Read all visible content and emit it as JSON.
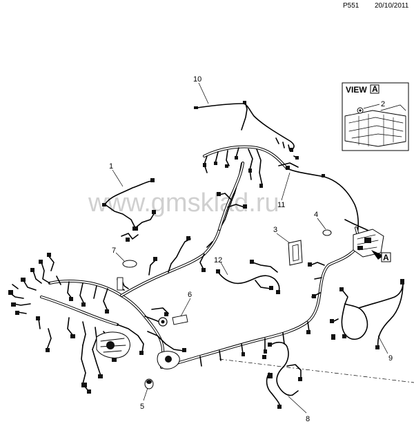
{
  "header": {
    "page_code": "P551",
    "date": "20/10/2011"
  },
  "watermark": "www.gmsklad.ru",
  "view_inset": {
    "title": "VIEW",
    "view_letter": "A",
    "callout": "2"
  },
  "view_arrow_letter": "A",
  "callouts": [
    "1",
    "2",
    "3",
    "4",
    "5",
    "6",
    "7",
    "8",
    "9",
    "10",
    "11",
    "12"
  ]
}
